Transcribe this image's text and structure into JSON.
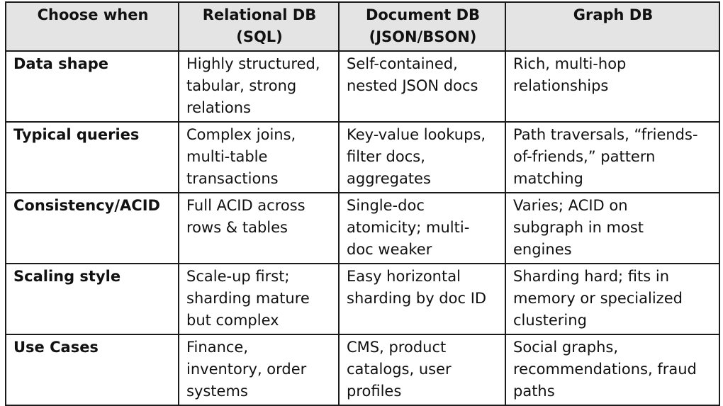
{
  "table": {
    "headers": [
      "Choose when",
      "Relational DB\n(SQL)",
      "Document DB\n(JSON/BSON)",
      "Graph DB"
    ],
    "rows": [
      {
        "label": "Data shape",
        "cells": [
          "Highly structured,\ntabular, strong\nrelations",
          "Self-contained,\nnested JSON docs",
          "Rich, multi-hop\nrelationships"
        ]
      },
      {
        "label": "Typical queries",
        "cells": [
          "Complex joins,\nmulti-table\ntransactions",
          "Key-value lookups,\nfilter docs,\naggregates",
          "Path traversals, “friends-\nof-friends,” pattern\nmatching"
        ]
      },
      {
        "label": "Consistency/ACID",
        "cells": [
          "Full ACID across\nrows & tables",
          "Single-doc\natomicity; multi-\ndoc weaker",
          "Varies; ACID on\nsubgraph in most\nengines"
        ]
      },
      {
        "label": "Scaling style",
        "cells": [
          "Scale-up first;\nsharding mature\nbut complex",
          "Easy horizontal\nsharding by doc ID",
          "Sharding hard; fits in\nmemory or specialized\nclustering"
        ]
      },
      {
        "label": "Use Cases",
        "cells": [
          "Finance,\ninventory, order\nsystems",
          "CMS, product\ncatalogs, user\nprofiles",
          "Social graphs,\nrecommendations, fraud\npaths"
        ]
      }
    ]
  }
}
